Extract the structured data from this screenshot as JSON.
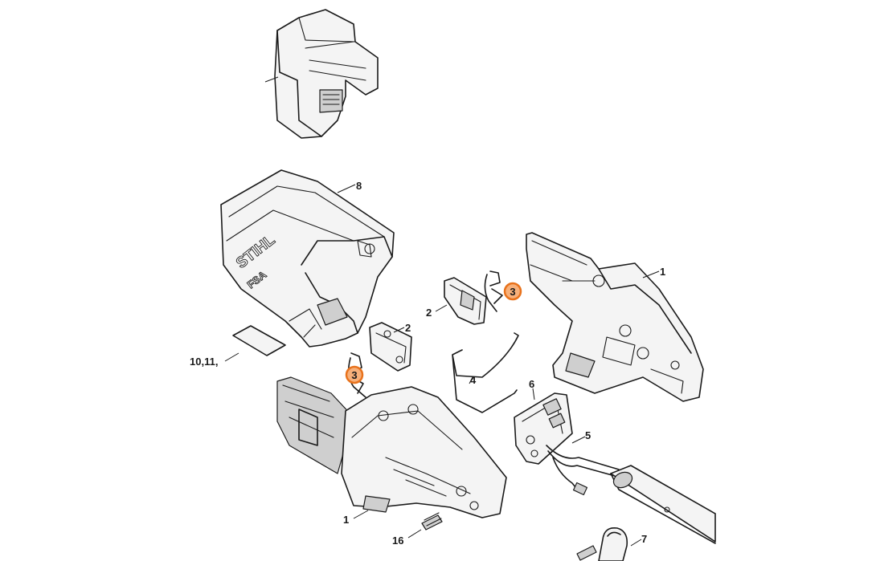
{
  "callouts": {
    "c1_right": "1",
    "c1_bottom": "1",
    "c2_top": "2",
    "c2_mid": "2",
    "c3_top": "3",
    "c3_left": "3",
    "c4": "4",
    "c5": "5",
    "c6": "6",
    "c7": "7",
    "c8": "8",
    "c10_11": "10,11,",
    "c16": "16"
  },
  "housing_brand": "STIHL",
  "housing_model": "FSA",
  "highlight_color": "#e8721c"
}
